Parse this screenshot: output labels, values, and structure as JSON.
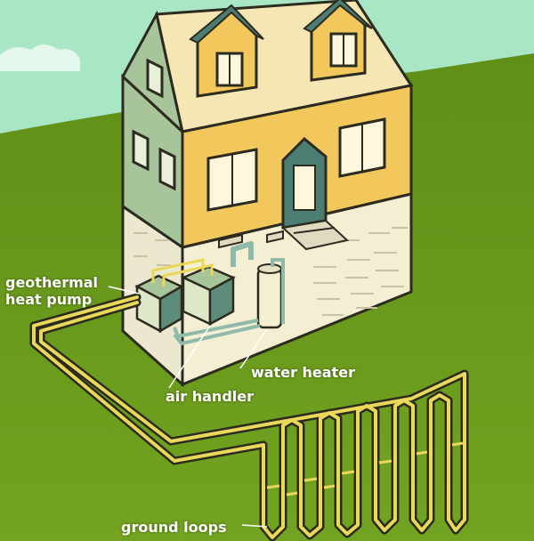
{
  "labels": {
    "heat_pump_line1": "geothermal",
    "heat_pump_line2": "heat pump",
    "water_heater": "water heater",
    "air_handler": "air handler",
    "ground_loops": "ground loops"
  },
  "colors": {
    "sky": "#a8e6c6",
    "grass": "#6a9a1c",
    "roof": "#f5e6b4",
    "wall_front": "#f2c75c",
    "wall_side": "#a7c49a",
    "foundation": "#f4efd3",
    "pipe": "#e9d85a",
    "outline": "#2c2b20"
  }
}
